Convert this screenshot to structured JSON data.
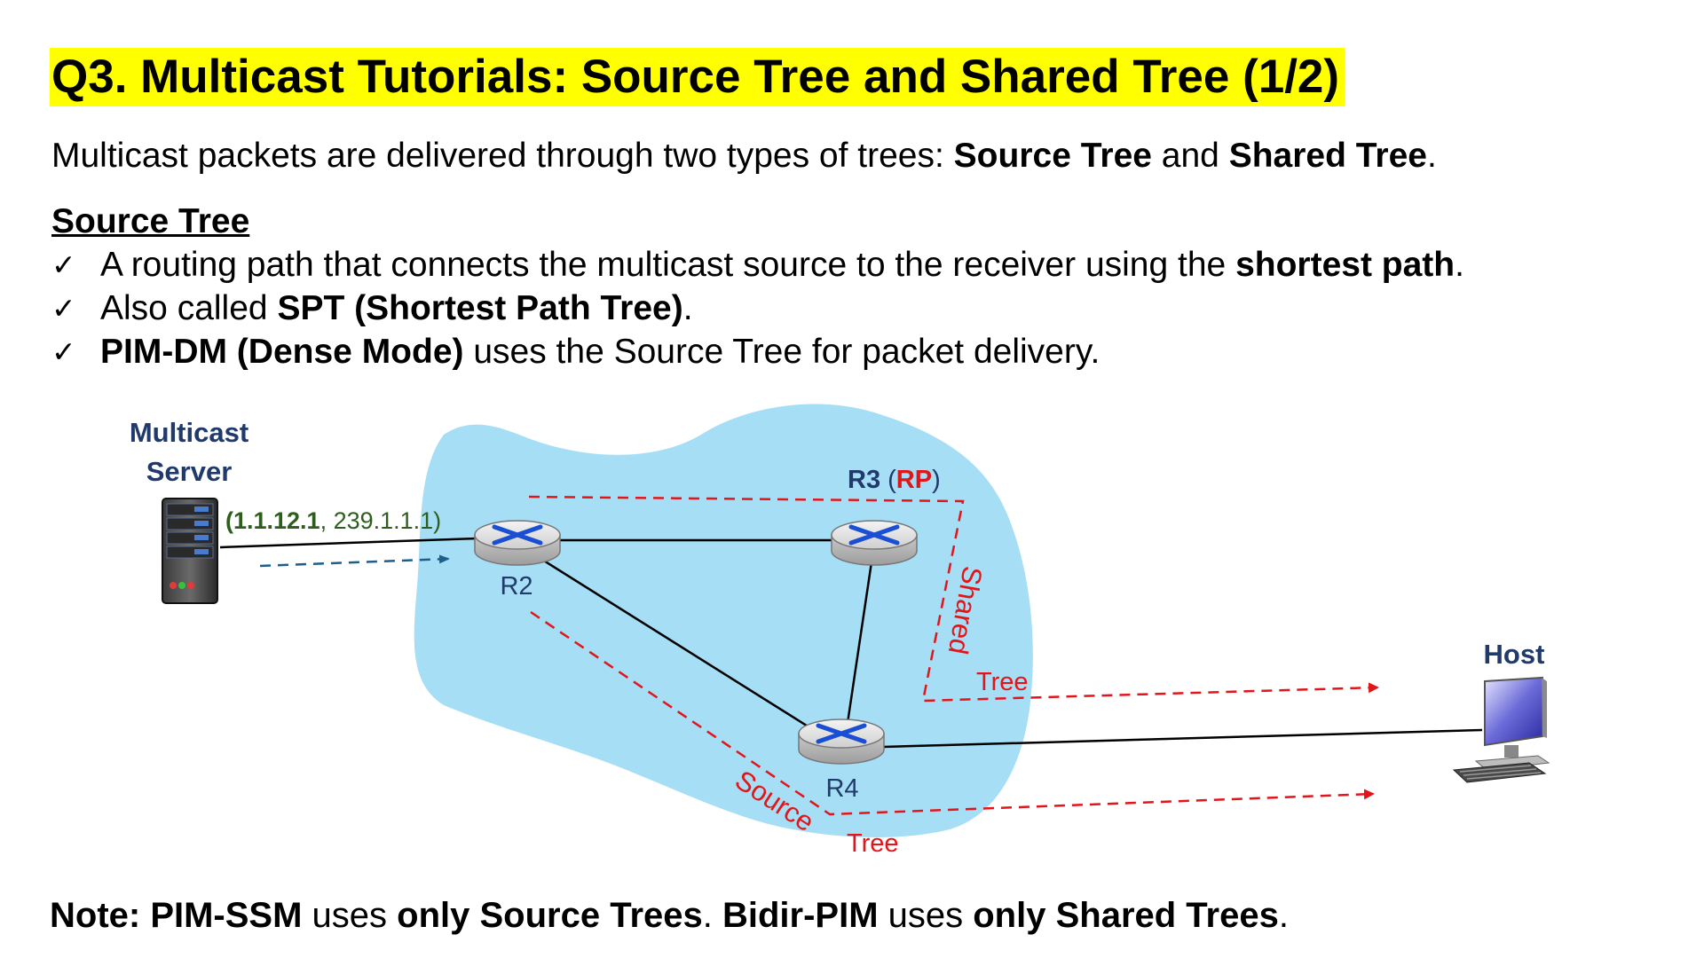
{
  "title": "Q3. Multicast Tutorials: Source Tree and Shared Tree (1/2)",
  "intro": {
    "prefix": "Multicast packets are delivered through two types of trees: ",
    "term1": "Source Tree",
    "and": " and ",
    "term2": "Shared Tree",
    "suffix": "."
  },
  "section_heading": "Source Tree",
  "bullets": [
    {
      "pre": "A routing path that connects the multicast source to the receiver using the ",
      "bold": "shortest path",
      "post": "."
    },
    {
      "pre": "Also called ",
      "bold": "SPT (Shortest Path Tree)",
      "post": "."
    },
    {
      "pre": "",
      "bold": "PIM-DM (Dense Mode)",
      "post": " uses the Source Tree for packet delivery."
    }
  ],
  "check_mark": "✓",
  "diagram": {
    "server_label_line1": "Multicast",
    "server_label_line2": "Server",
    "flow_source": "(1.1.12.1",
    "flow_group": ", 239.1.1.1)",
    "r2_label": "R2",
    "r3_label": "R3",
    "rp_open": " (",
    "rp_label": "RP",
    "rp_close": ")",
    "r4_label": "R4",
    "host_label": "Host",
    "shared_word": "Shared",
    "shared_tree_word": "Tree",
    "source_word": "Source",
    "source_tree_word": "Tree",
    "colors": {
      "cloud": "#a6def6",
      "tree_path": "#e0161b",
      "navy": "#1f3a6b",
      "flow_green": "#2e5e1e",
      "server_flow": "#1f5e8a"
    }
  },
  "note": {
    "p1": "Note: PIM-SSM",
    "p2": " uses ",
    "p3": "only Source Trees",
    "p4": ". ",
    "p5": "Bidir-PIM",
    "p6": " uses ",
    "p7": "only Shared Trees",
    "p8": "."
  }
}
